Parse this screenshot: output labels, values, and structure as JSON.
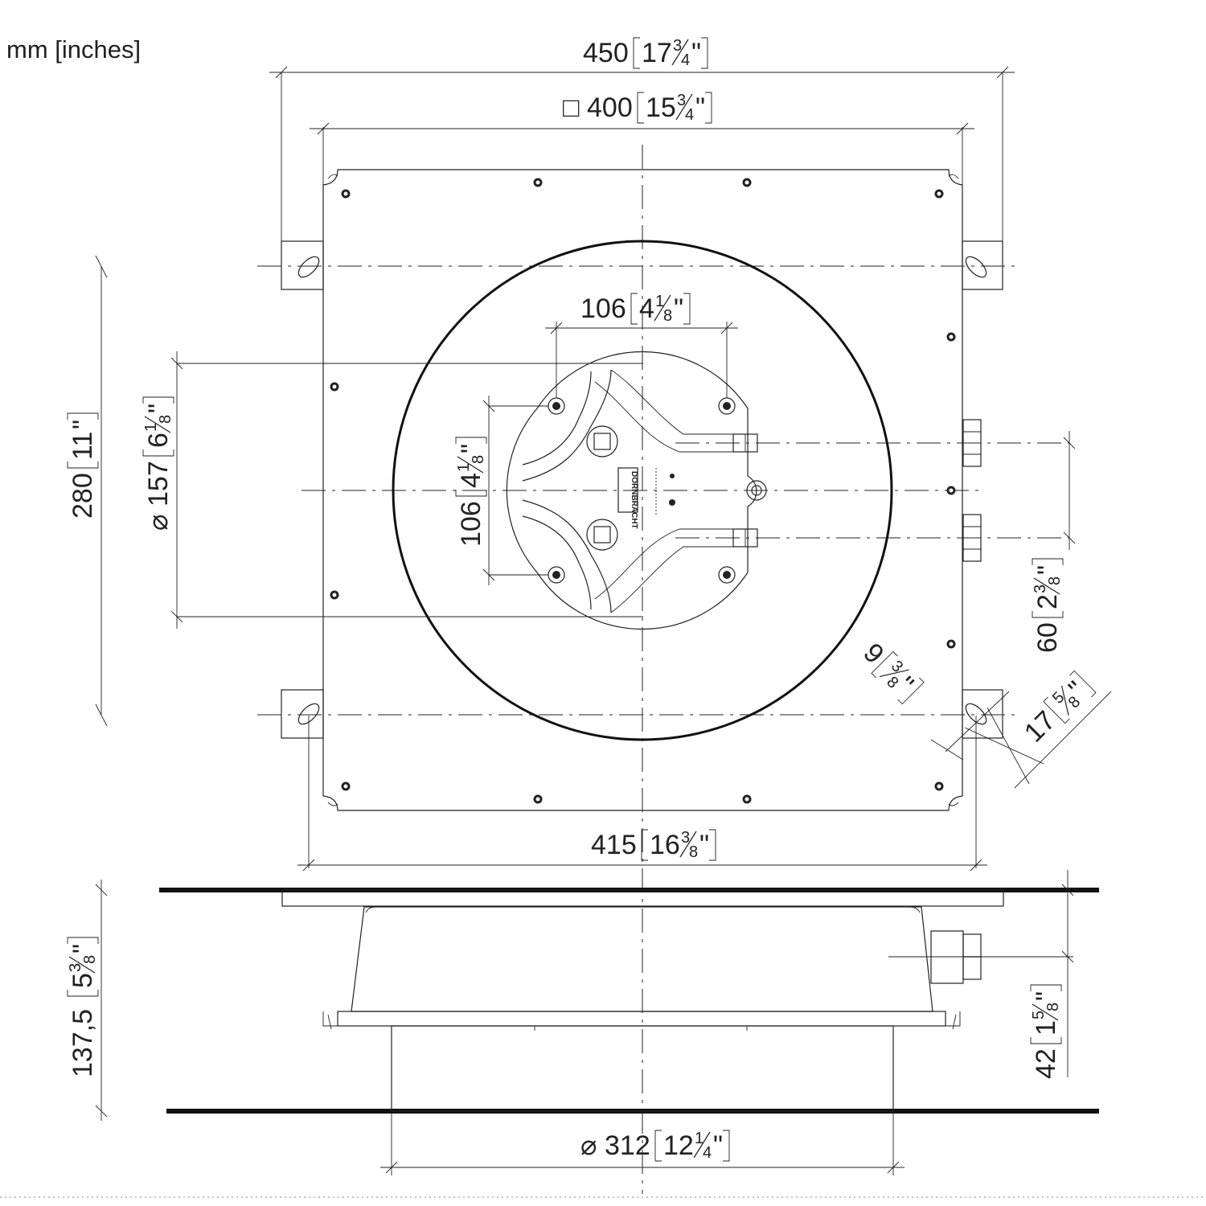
{
  "units_label": "mm [inches]",
  "logo_text": "DORNBRACHT",
  "dimensions": {
    "overall_width": {
      "mm": "450",
      "whole": "17",
      "num": "3",
      "den": "4",
      "symbol": ""
    },
    "square_plate": {
      "mm": "400",
      "whole": "15",
      "num": "3",
      "den": "4",
      "symbol": "□"
    },
    "hole_spacing_h": {
      "mm": "106",
      "whole": "4",
      "num": "1",
      "den": "8",
      "symbol": ""
    },
    "hole_spacing_v": {
      "mm": "106",
      "whole": "4",
      "num": "1",
      "den": "8",
      "symbol": ""
    },
    "bracket_spacing": {
      "mm": "280",
      "whole": "11",
      "num": "",
      "den": "",
      "symbol": ""
    },
    "inner_diameter": {
      "mm": "157",
      "whole": "6",
      "num": "1",
      "den": "8",
      "symbol": "⌀"
    },
    "mount_width": {
      "mm": "415",
      "whole": "16",
      "num": "3",
      "den": "8",
      "symbol": ""
    },
    "port_spacing": {
      "mm": "60",
      "whole": "2",
      "num": "3",
      "den": "8",
      "symbol": ""
    },
    "slot_width": {
      "mm": "9",
      "whole": "",
      "num": "3",
      "den": "8",
      "symbol": ""
    },
    "slot_length": {
      "mm": "17",
      "whole": "",
      "num": "5",
      "den": "8",
      "symbol": ""
    },
    "total_height": {
      "mm": "137,5",
      "whole": "5",
      "num": "3",
      "den": "8",
      "symbol": ""
    },
    "port_height": {
      "mm": "42",
      "whole": "1",
      "num": "5",
      "den": "8",
      "symbol": ""
    },
    "body_diameter": {
      "mm": "312",
      "whole": "12",
      "num": "1",
      "den": "4",
      "symbol": "⌀"
    }
  }
}
